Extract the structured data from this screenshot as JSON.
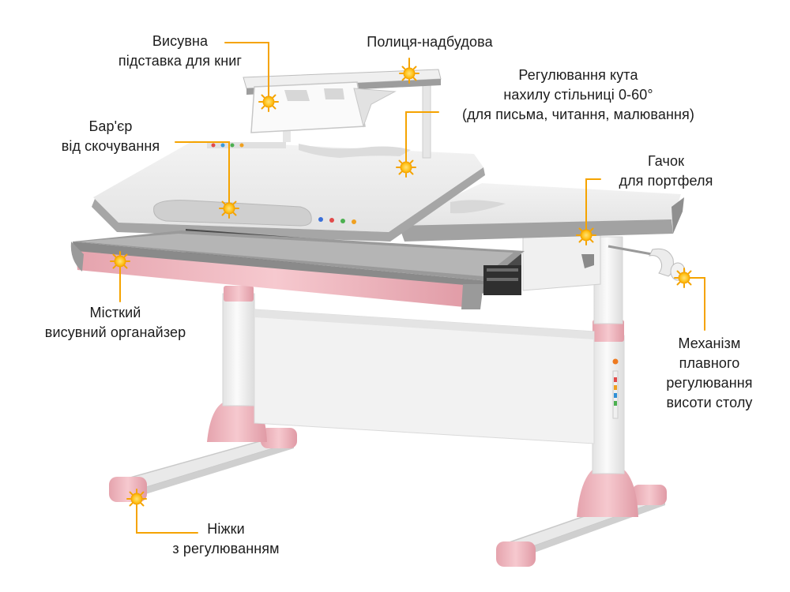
{
  "callouts": {
    "book_stand": {
      "lines": [
        "Висувна",
        "підставка для книг"
      ]
    },
    "shelf": {
      "lines": [
        "Полиця-надбудова"
      ]
    },
    "tilt": {
      "lines": [
        "Регулювання кута",
        "нахилу стільниці 0-60°",
        "(для письма, читання, малювання)"
      ]
    },
    "barrier": {
      "lines": [
        "Бар'єр",
        "від скочування"
      ]
    },
    "hook": {
      "lines": [
        "Гачок",
        "для портфеля"
      ]
    },
    "organizer": {
      "lines": [
        "Місткий",
        "висувний органайзер"
      ]
    },
    "height_mechanism": {
      "lines": [
        "Механізм",
        "плавного",
        "регулювання",
        "висоти столу"
      ]
    },
    "feet": {
      "lines": [
        "Ніжки",
        "з регулюванням"
      ]
    }
  },
  "colors": {
    "leader": "#f5a300",
    "marker": "#ffc21a",
    "desk_top": "#eeeeee",
    "desk_edge": "#9a9a9a",
    "accent_pink": "#f0b9c0",
    "frame_white": "#f4f4f4"
  }
}
